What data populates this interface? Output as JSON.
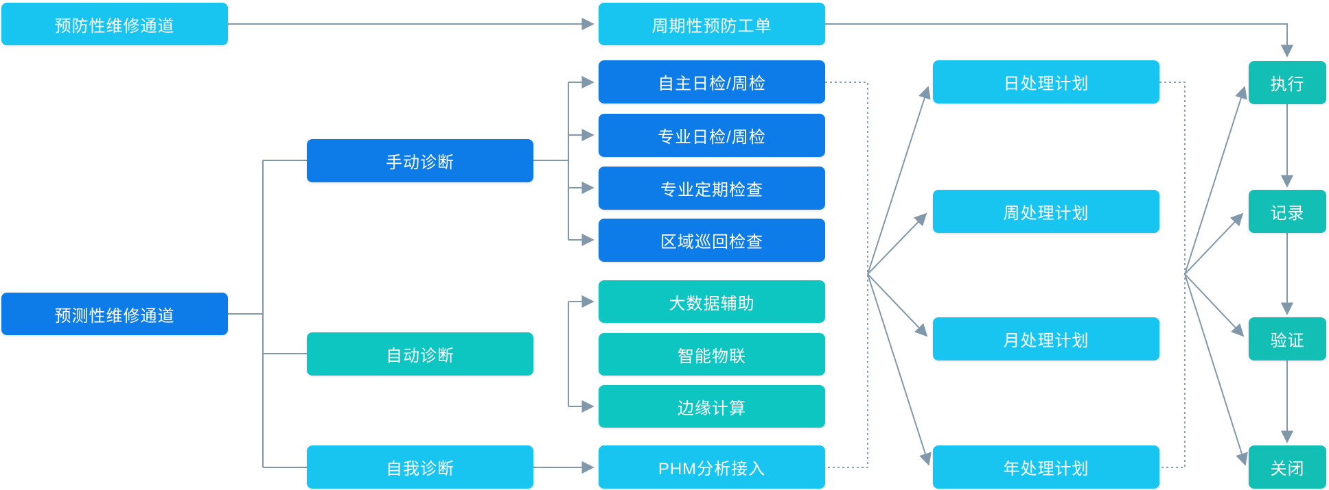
{
  "colors": {
    "cyan": "#18C5F1",
    "blue": "#0E7CE8",
    "teal": "#0DC5C1",
    "teal_right": "#13BEB4",
    "connector": "#8098AA",
    "dashed": "#8BA1B2",
    "text": "#FFFFFF",
    "background": "#FFFFFF"
  },
  "nodes": {
    "preventive_channel": "预防性维修通道",
    "periodic_preventive_order": "周期性预防工单",
    "predictive_channel": "预测性维修通道",
    "manual_diagnosis": "手动诊断",
    "auto_diagnosis": "自动诊断",
    "self_diagnosis": "自我诊断",
    "self_daily_weekly_check": "自主日检/周检",
    "professional_daily_weekly_check": "专业日检/周检",
    "professional_periodic_inspection": "专业定期检查",
    "area_patrol_inspection": "区域巡回检查",
    "big_data_assist": "大数据辅助",
    "smart_iot": "智能物联",
    "edge_computing": "边缘计算",
    "phm_analysis_access": "PHM分析接入",
    "daily_plan": "日处理计划",
    "weekly_plan": "周处理计划",
    "monthly_plan": "月处理计划",
    "yearly_plan": "年处理计划",
    "execute": "执行",
    "record": "记录",
    "verify": "验证",
    "close": "关闭"
  },
  "edges": [
    {
      "from": "preventive_channel",
      "to": "periodic_preventive_order",
      "line": "solid",
      "arrow": true
    },
    {
      "from": "periodic_preventive_order",
      "to": "execute",
      "line": "solid",
      "arrow": true
    },
    {
      "from": "predictive_channel",
      "to": "manual_diagnosis",
      "line": "solid",
      "arrow": false
    },
    {
      "from": "predictive_channel",
      "to": "auto_diagnosis",
      "line": "solid",
      "arrow": false
    },
    {
      "from": "predictive_channel",
      "to": "self_diagnosis",
      "line": "solid",
      "arrow": false
    },
    {
      "from": "manual_diagnosis",
      "to": "self_daily_weekly_check",
      "line": "solid",
      "arrow": true
    },
    {
      "from": "manual_diagnosis",
      "to": "professional_daily_weekly_check",
      "line": "solid",
      "arrow": true
    },
    {
      "from": "manual_diagnosis",
      "to": "professional_periodic_inspection",
      "line": "solid",
      "arrow": true
    },
    {
      "from": "manual_diagnosis",
      "to": "area_patrol_inspection",
      "line": "solid",
      "arrow": true
    },
    {
      "from": "auto_diagnosis",
      "to": "big_data_assist",
      "line": "solid",
      "arrow": true
    },
    {
      "from": "auto_diagnosis",
      "to": "edge_computing",
      "line": "solid",
      "arrow": true
    },
    {
      "from": "self_diagnosis",
      "to": "phm_analysis_access",
      "line": "solid",
      "arrow": true
    },
    {
      "from": "self_daily_weekly_check",
      "to": "plan-fan-point",
      "line": "dashed",
      "arrow": false
    },
    {
      "from": "phm_analysis_access",
      "to": "plan-fan-point",
      "line": "dashed",
      "arrow": false
    },
    {
      "from": "plan-fan-point",
      "to": "daily_plan",
      "line": "solid",
      "arrow": true
    },
    {
      "from": "plan-fan-point",
      "to": "weekly_plan",
      "line": "solid",
      "arrow": true
    },
    {
      "from": "plan-fan-point",
      "to": "monthly_plan",
      "line": "solid",
      "arrow": true
    },
    {
      "from": "plan-fan-point",
      "to": "yearly_plan",
      "line": "solid",
      "arrow": true
    },
    {
      "from": "daily_plan",
      "to": "action-fan-point",
      "line": "dashed",
      "arrow": false
    },
    {
      "from": "yearly_plan",
      "to": "action-fan-point",
      "line": "dashed",
      "arrow": false
    },
    {
      "from": "action-fan-point",
      "to": "execute",
      "line": "solid",
      "arrow": true
    },
    {
      "from": "action-fan-point",
      "to": "record",
      "line": "solid",
      "arrow": true
    },
    {
      "from": "action-fan-point",
      "to": "verify",
      "line": "solid",
      "arrow": true
    },
    {
      "from": "action-fan-point",
      "to": "close",
      "line": "solid",
      "arrow": true
    },
    {
      "from": "execute",
      "to": "record",
      "line": "solid",
      "arrow": true
    },
    {
      "from": "record",
      "to": "verify",
      "line": "solid",
      "arrow": true
    },
    {
      "from": "verify",
      "to": "close",
      "line": "solid",
      "arrow": true
    }
  ]
}
